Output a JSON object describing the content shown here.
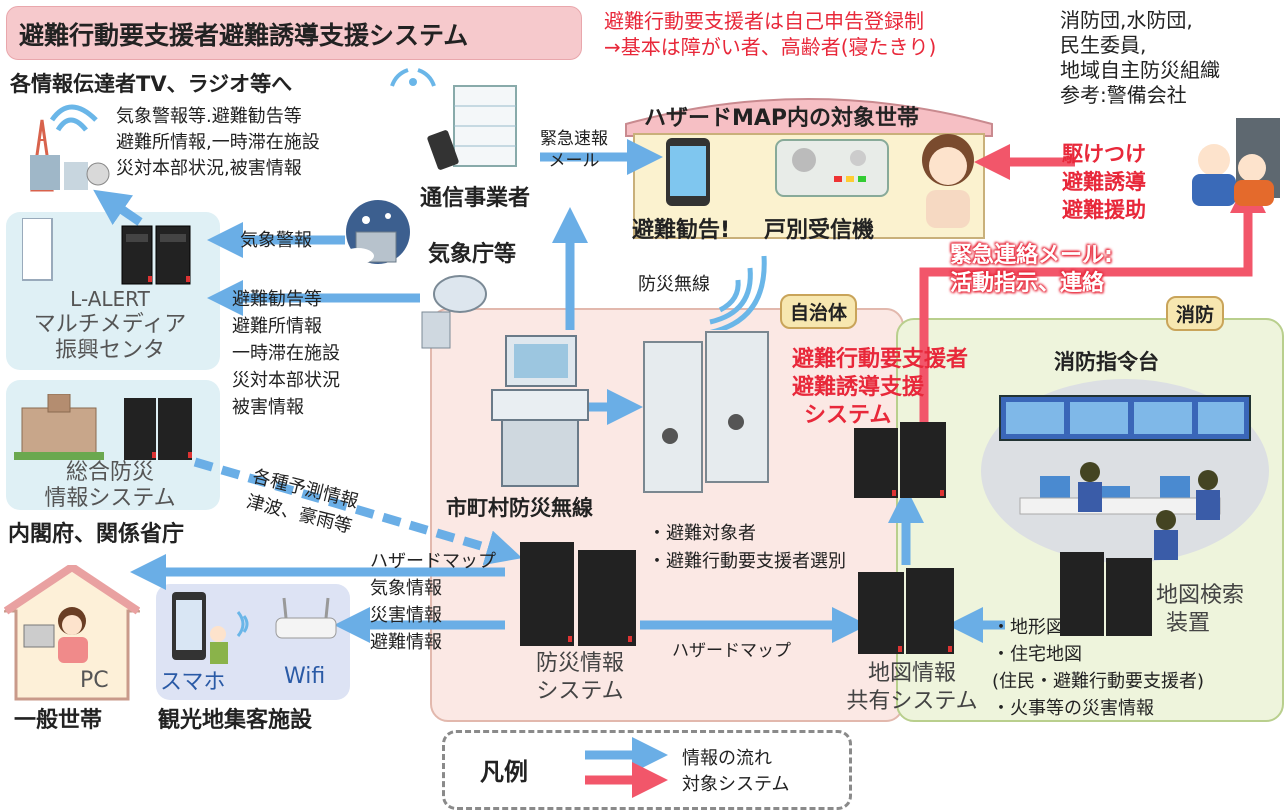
{
  "title": "避難行動要支援者避難誘導支援システム",
  "note_top": {
    "line1": "避難行動要支援者は自己申告登録制",
    "line2": "→基本は障がい者、高齢者(寝たきり)"
  },
  "volunteers": {
    "line1": "消防団,水防団,",
    "line2": "民生委員,",
    "line3": "地域自主防災組織",
    "line4": "参考:警備会社"
  },
  "media": {
    "heading": "各情報伝達者TV、ラジオ等へ",
    "items": [
      "気象警報等.避難勧告等",
      "避難所情報,一時滞在施設",
      "災対本部状況,被害情報"
    ]
  },
  "lalert": {
    "line1": "L-ALERT",
    "line2": "マルチメディア",
    "line3": "振興センタ",
    "incoming1": "気象警報",
    "incoming2": [
      "避難勧告等",
      "避難所情報",
      "一時滞在施設",
      "災対本部状況",
      "被害情報"
    ]
  },
  "sogo": {
    "line1": "総合防災",
    "line2": "情報システム",
    "caption": "内閣府、関係省庁",
    "forecast1": "各種予測情報",
    "forecast2": "津波、豪雨等"
  },
  "carrier": {
    "label": "通信事業者",
    "flow1": "緊急速報",
    "flow2": "メール"
  },
  "jma": {
    "label": "気象庁等"
  },
  "bosai_musen_flow": "防災無線",
  "hazard_household": {
    "title": "ハザードMAP内の対象世帯",
    "phone_caption": "避難勧告!",
    "receiver_caption": "戸別受信機"
  },
  "dispatch": {
    "line1": "駆けつけ",
    "line2": "避難誘導",
    "line3": "避難援助"
  },
  "emergency_mail": {
    "line1": "緊急連絡メール:",
    "line2": "活動指示、連絡"
  },
  "jichitai": {
    "tag": "自治体",
    "radio": "市町村防災無線",
    "target_list": [
      "・避難対象者",
      "・避難行動要支援者選別"
    ],
    "system_line1": "避難行動要支援者",
    "system_line2": "避難誘導支援",
    "system_line3": "システム",
    "bosai_info_line1": "防災情報",
    "bosai_info_line2": "システム",
    "hazard_map_flow": "ハザードマップ",
    "map_share_line1": "地図情報",
    "map_share_line2": "共有システム"
  },
  "shobo": {
    "tag": "消防",
    "command": "消防指令台",
    "map_search_line1": "地図検索",
    "map_search_line2": "装置",
    "map_items": [
      "・地形図",
      "・住宅地図",
      "(住民・避難行動要支援者)",
      "・火事等の災害情報"
    ]
  },
  "outputs": {
    "list": [
      "ハザードマップ",
      "気象情報",
      "災害情報",
      "避難情報"
    ]
  },
  "household": {
    "pc": "PC",
    "label": "一般世帯"
  },
  "tourist": {
    "phone": "スマホ",
    "wifi": "Wifi",
    "label": "観光地集客施設"
  },
  "legend": {
    "title": "凡例",
    "flow": "情報の流れ",
    "target": "対象システム",
    "flow_color": "#6aaee6",
    "target_color": "#f2566a"
  }
}
